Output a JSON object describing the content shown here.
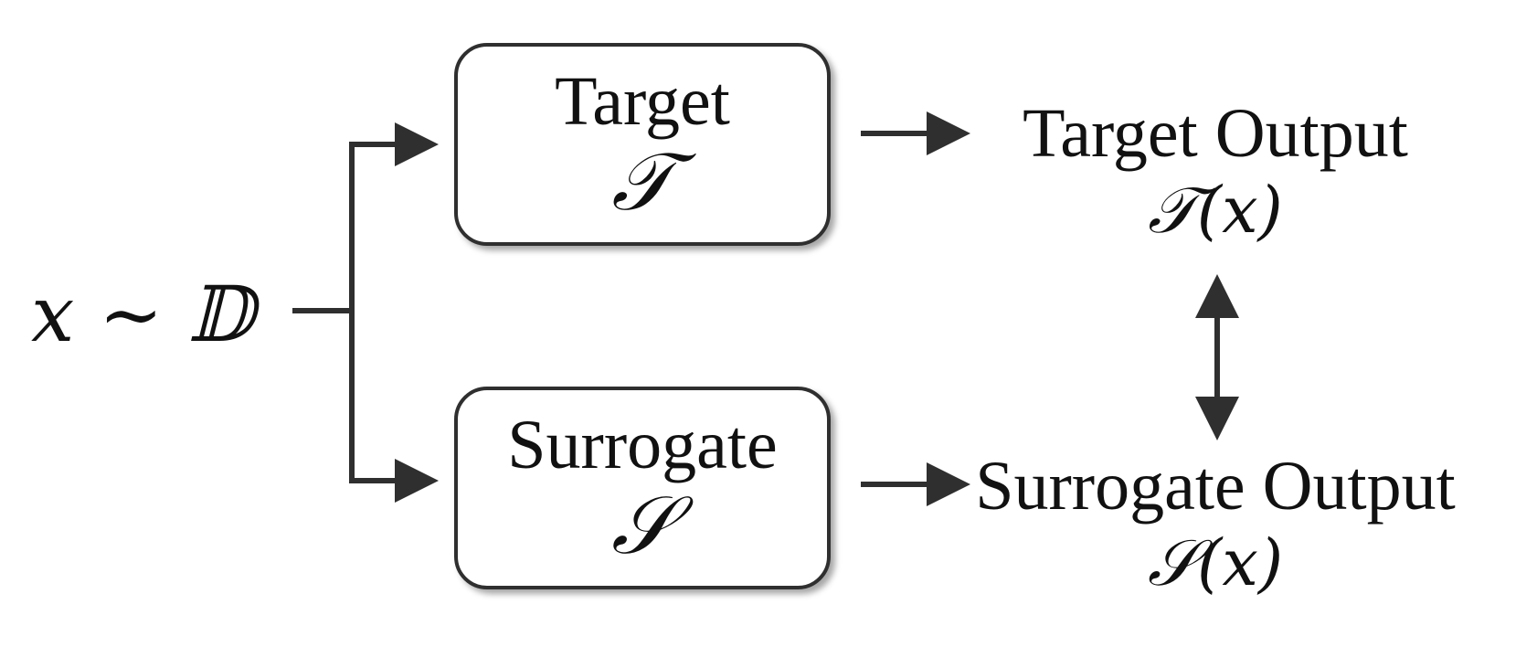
{
  "input": {
    "formula": "x ∼ 𝔻"
  },
  "boxes": [
    {
      "label": "Target",
      "symbol": "𝒯"
    },
    {
      "label": "Surrogate",
      "symbol": "𝒮"
    }
  ],
  "outputs": [
    {
      "label": "Target Output",
      "formula": "𝒯(x)"
    },
    {
      "label": "Surrogate Output",
      "formula": "𝒮(x)"
    }
  ],
  "colors": {
    "stroke": "#2f2f2f",
    "text": "#111111",
    "background": "#ffffff"
  }
}
